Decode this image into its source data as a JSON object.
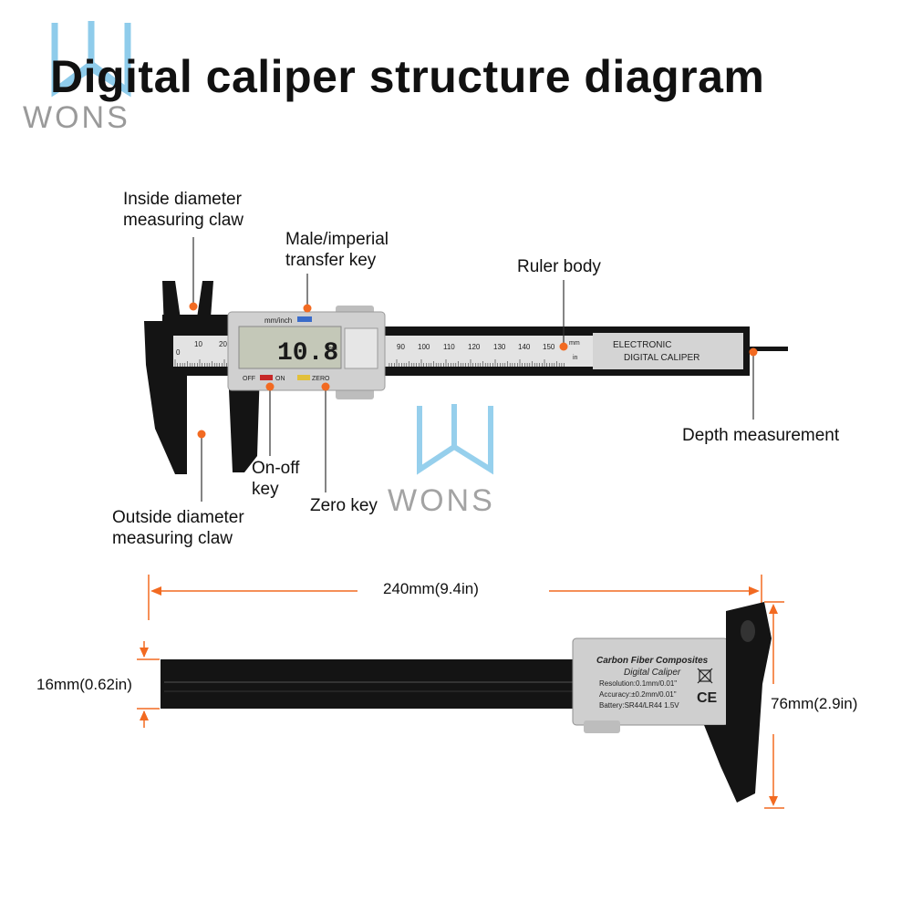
{
  "title": "Digital caliper structure diagram",
  "brand": "WONS",
  "labels": {
    "inside_claw": [
      "Inside diameter",
      "measuring claw"
    ],
    "transfer_key": [
      "Male/imperial",
      "transfer key"
    ],
    "ruler_body": "Ruler body",
    "depth": "Depth measurement",
    "onoff": [
      "On-off",
      "key"
    ],
    "zero": "Zero key",
    "outside_claw": [
      "Outside diameter",
      "measuring claw"
    ]
  },
  "display": {
    "reading": "10.8",
    "unit": "mm",
    "unit_toggle": "mm/inch",
    "btn_off": "OFF",
    "btn_on": "ON",
    "btn_zero": "ZERO"
  },
  "scale": {
    "ticks_left": [
      "0",
      "10",
      "20"
    ],
    "ticks_right": [
      "90",
      "100",
      "110",
      "120",
      "130",
      "140",
      "150"
    ],
    "unit_mm": "mm",
    "unit_in": "in",
    "brand_line1": "ELECTRONIC",
    "brand_line2": "DIGITAL CALIPER"
  },
  "dimensions": {
    "length": "240mm(9.4in)",
    "thickness": "16mm(0.62in)",
    "height": "76mm(2.9in)"
  },
  "back_plate": {
    "line1": "Carbon Fiber Composites",
    "line2": "Digital Caliper",
    "spec1": "Resolution:0.1mm/0.01\"",
    "spec2": "Accuracy:±0.2mm/0.01\"",
    "spec3": "Battery:SR44/LR44 1.5V",
    "ce": "CE"
  },
  "colors": {
    "accent_orange": "#f26a21",
    "watermark_blue": "#7cc4e8",
    "watermark_gray": "#9a9a9a",
    "body_black": "#141414",
    "scale_silver": "#d9d9d9"
  }
}
